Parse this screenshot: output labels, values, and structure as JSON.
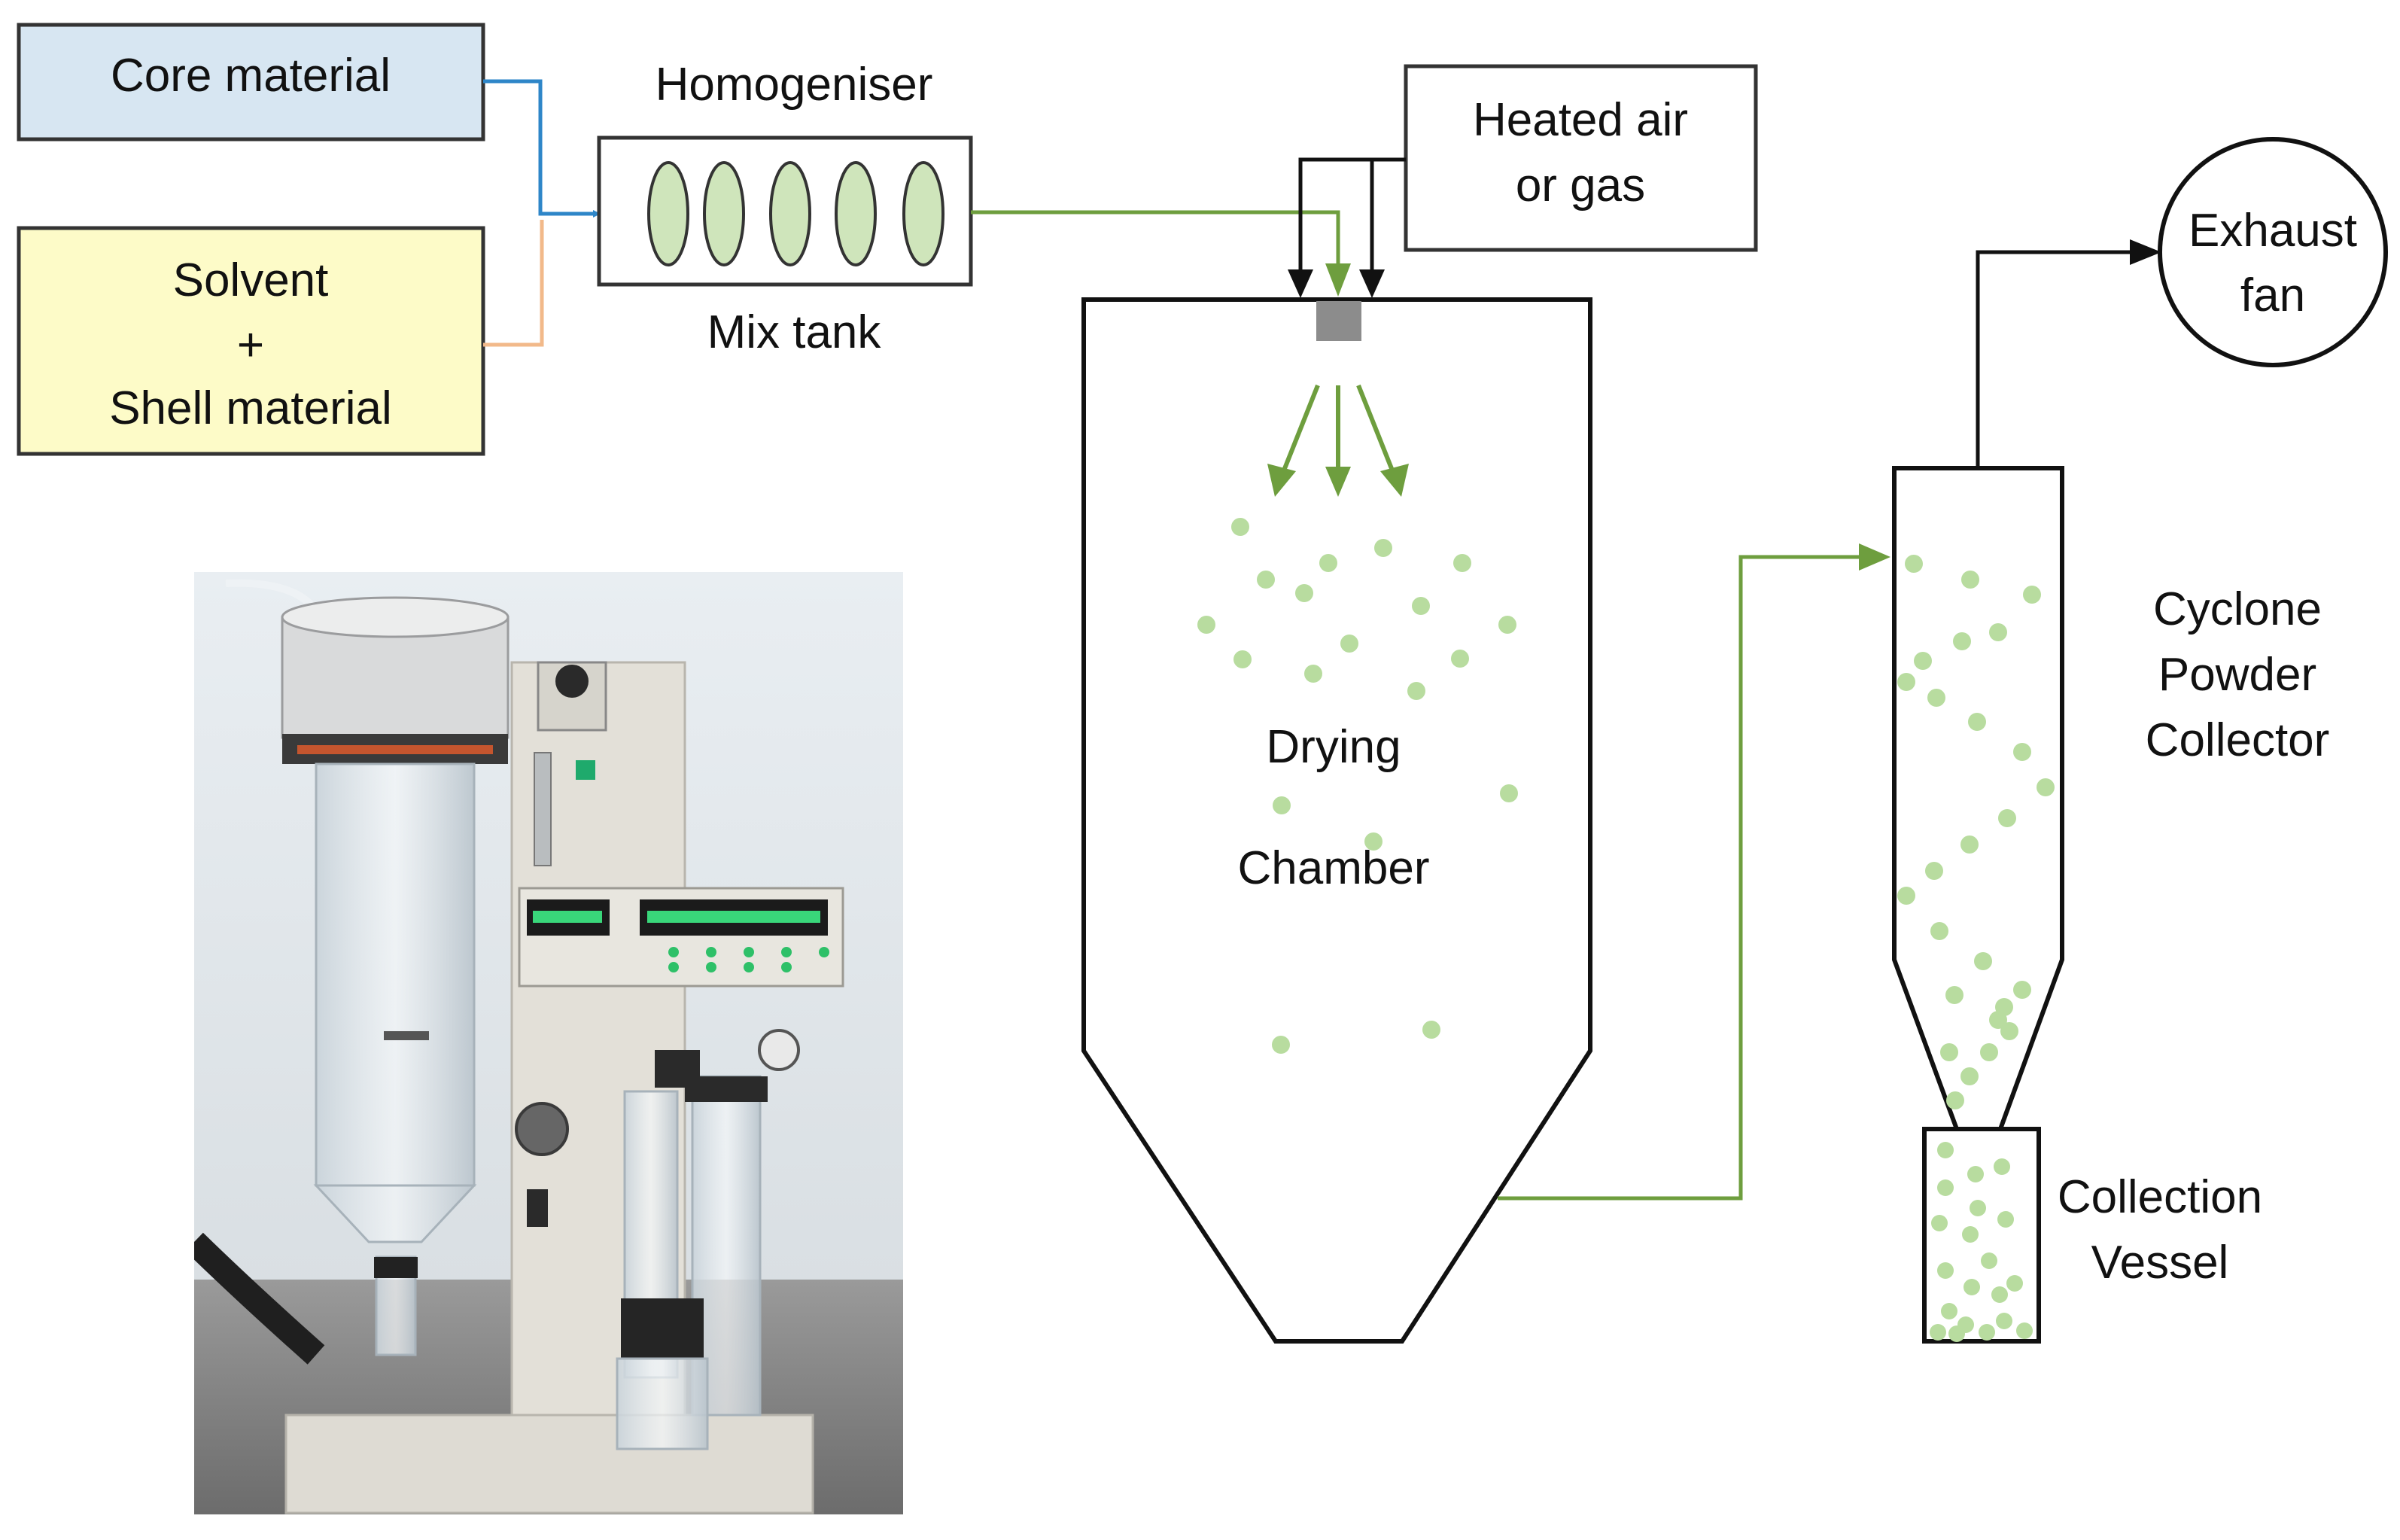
{
  "diagram": {
    "nodes": {
      "core_material": {
        "label": "Core material"
      },
      "solvent_shell": {
        "line1": "Solvent",
        "line2": "+",
        "line3": "Shell material"
      },
      "homogeniser": {
        "title": "Homogeniser",
        "subtitle": "Mix tank"
      },
      "heated_air": {
        "line1": "Heated air",
        "line2": "or gas"
      },
      "drying_chamber": {
        "line1": "Drying",
        "line2": "Chamber"
      },
      "cyclone": {
        "line1": "Cyclone",
        "line2": "Powder",
        "line3": "Collector"
      },
      "collection_vessel": {
        "line1": "Collection",
        "line2": "Vessel"
      },
      "exhaust_fan": {
        "line1": "Exhaust",
        "line2": "fan"
      }
    },
    "photo": {
      "subject": "laboratory spray dryer apparatus"
    },
    "colors": {
      "core_fill": "#d7e6f2",
      "solvent_fill": "#fdfbc8",
      "particle": "#b8dc9f",
      "particle_flow": "#6e9e3e",
      "core_line": "#2e86c8",
      "solvent_line": "#f2b98a",
      "outline": "#1a1a1a",
      "nozzle": "#8c8c8c"
    }
  }
}
